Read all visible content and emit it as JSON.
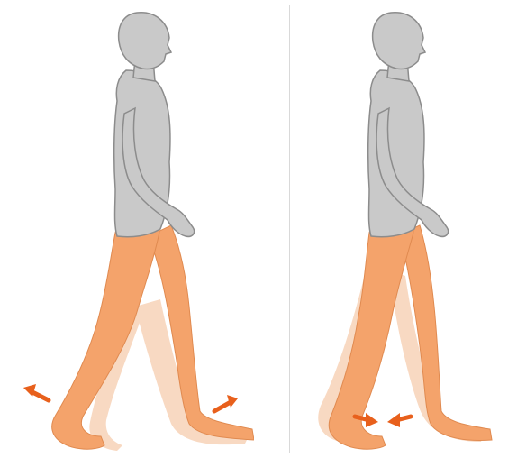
{
  "colors": {
    "background": "#ffffff",
    "body_grey": "#c9c9c9",
    "body_outline": "#8c8c8c",
    "leg_orange": "#f4a36b",
    "leg_outline": "#e08a50",
    "ghost_leg": "#f8d9c2",
    "arrow": "#e8601c",
    "divider": "#d9d9d9"
  },
  "panels": [
    {
      "name": "stride-wide",
      "arrows": [
        {
          "icon": "arrow-outward-back-icon",
          "direction": "back-left"
        },
        {
          "icon": "arrow-outward-forward-icon",
          "direction": "forward-right"
        }
      ]
    },
    {
      "name": "stride-narrow",
      "arrows": [
        {
          "icon": "arrow-inward-forward-icon",
          "direction": "forward-right"
        },
        {
          "icon": "arrow-inward-back-icon",
          "direction": "back-left"
        }
      ]
    }
  ]
}
